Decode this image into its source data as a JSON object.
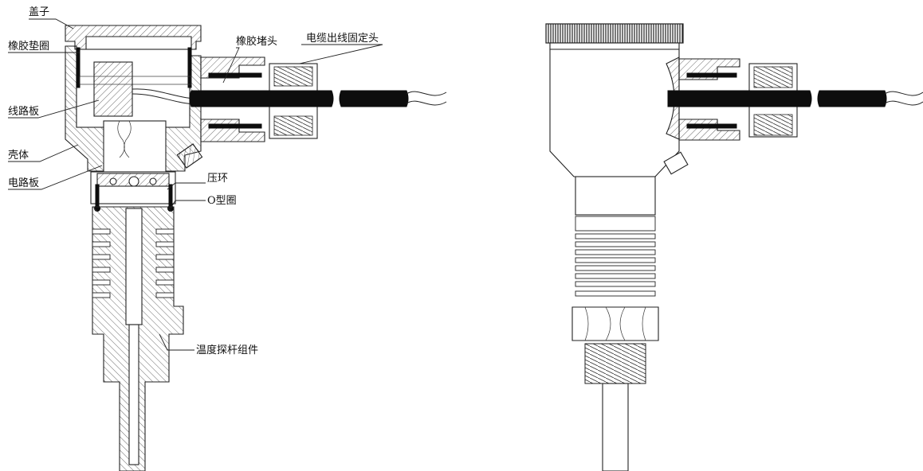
{
  "labels": {
    "gaizi": "盖子",
    "xiangjiao_dianquan": "橡胶垫圈",
    "xianluban": "线路板",
    "keti": "壳体",
    "dianluban": "电路板",
    "xiangjiao_dutou": "橡胶堵头",
    "dianlan_gudingtou": "电缆出线固定头",
    "yahuan": "压环",
    "o_xingquan": "O型圈",
    "wendu_tangan": "温度探杆组件"
  }
}
